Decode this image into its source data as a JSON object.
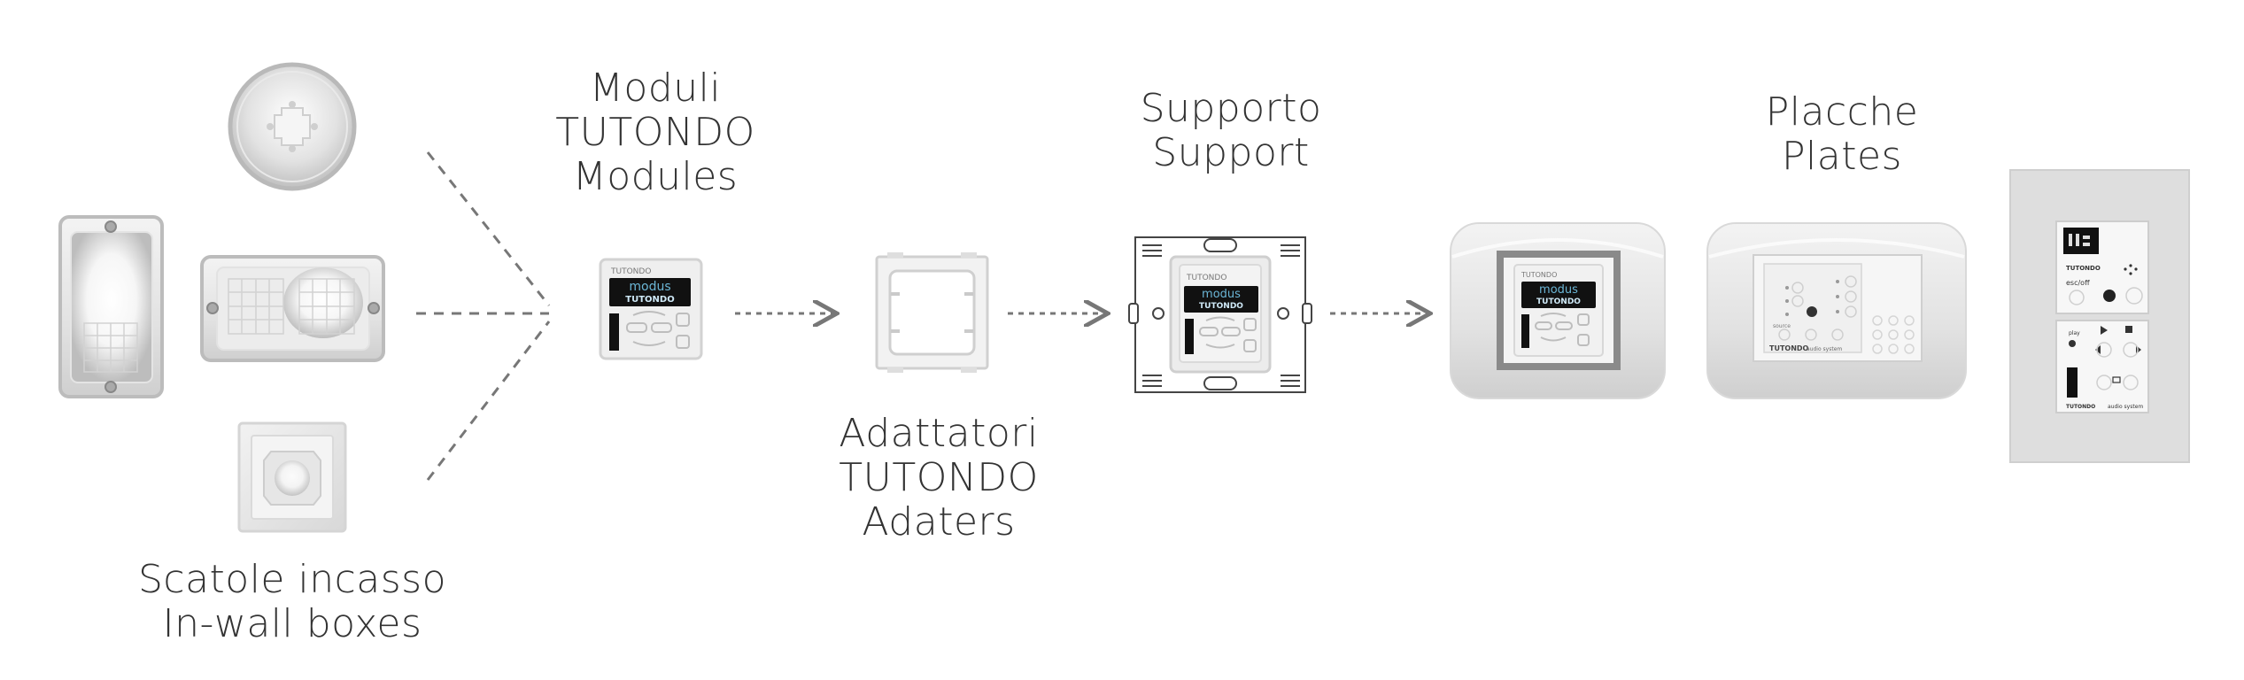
{
  "labels": {
    "boxes": {
      "line1": "Scatole incasso",
      "line2": "In-wall boxes"
    },
    "modules": {
      "line1": "Moduli",
      "line2": "TUTONDO",
      "line3": "Modules"
    },
    "adapters": {
      "line1": "Adattatori",
      "line2": "TUTONDO",
      "line3": "Adaters"
    },
    "support": {
      "line1": "Supporto",
      "line2": "Support"
    },
    "plates": {
      "line1": "Placche",
      "line2": "Plates"
    }
  },
  "device": {
    "brand": "TUTONDO",
    "screen_line1": "modus",
    "screen_line2": "TUTONDO",
    "plate_audio_brand": "TUTONDO",
    "plate_audio_subtitle": "audio system",
    "btn_source": "source",
    "btn_esc": "esc/off",
    "tall_brand": "TUTONDO",
    "tall_esc": "esc/off",
    "tall_play": "play",
    "tall_audio": "audio system"
  },
  "colors": {
    "text": "#333333",
    "line": "#777777",
    "screen": "#111111",
    "screen_text": "#4fb6e8",
    "plate_frame": "#e4e4e4"
  }
}
